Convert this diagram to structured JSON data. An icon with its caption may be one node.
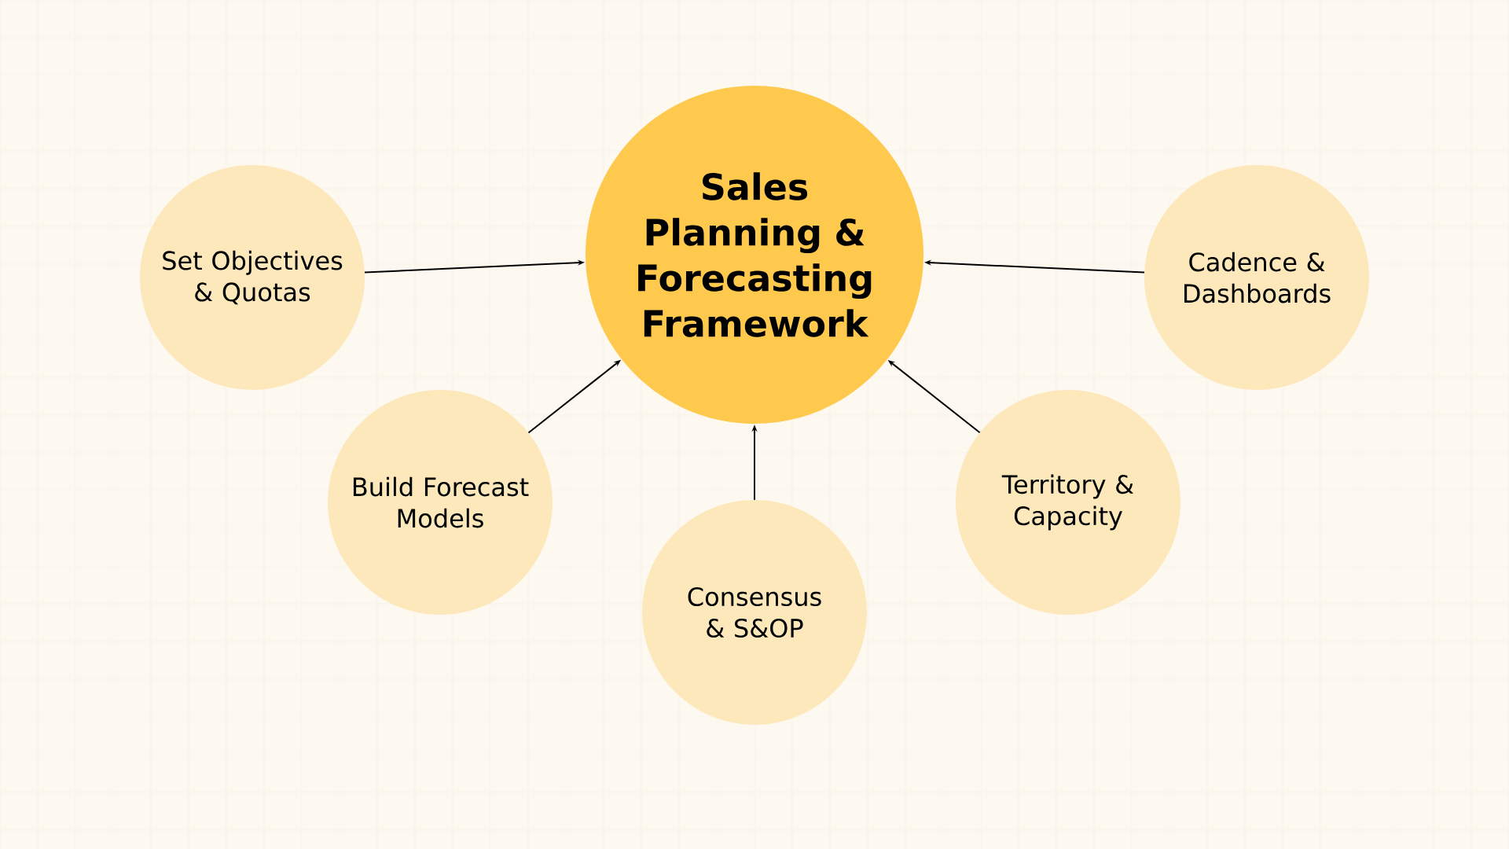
{
  "diagram": {
    "nodes": [
      {
        "text": [
          "Sales Planning & Forecasting Framework"
        ]
      },
      {
        "text": [
          "Set Objectives & Quotas"
        ]
      },
      {
        "text": [
          "Build Forecast Models"
        ]
      },
      {
        "text": [
          "Consensus & S&OP"
        ]
      },
      {
        "text": [
          "Territory & Capacity"
        ]
      },
      {
        "text": [
          "Cadence & Dashboards"
        ]
      }
    ],
    "edges": [
      {
        "from": 1,
        "to": 0,
        "arrow": "to"
      },
      {
        "from": 2,
        "to": 0,
        "arrow": "to"
      },
      {
        "from": 3,
        "to": 0,
        "arrow": "to"
      },
      {
        "from": 4,
        "to": 0,
        "arrow": "to"
      },
      {
        "from": 5,
        "to": 0,
        "arrow": "to"
      }
    ]
  }
}
